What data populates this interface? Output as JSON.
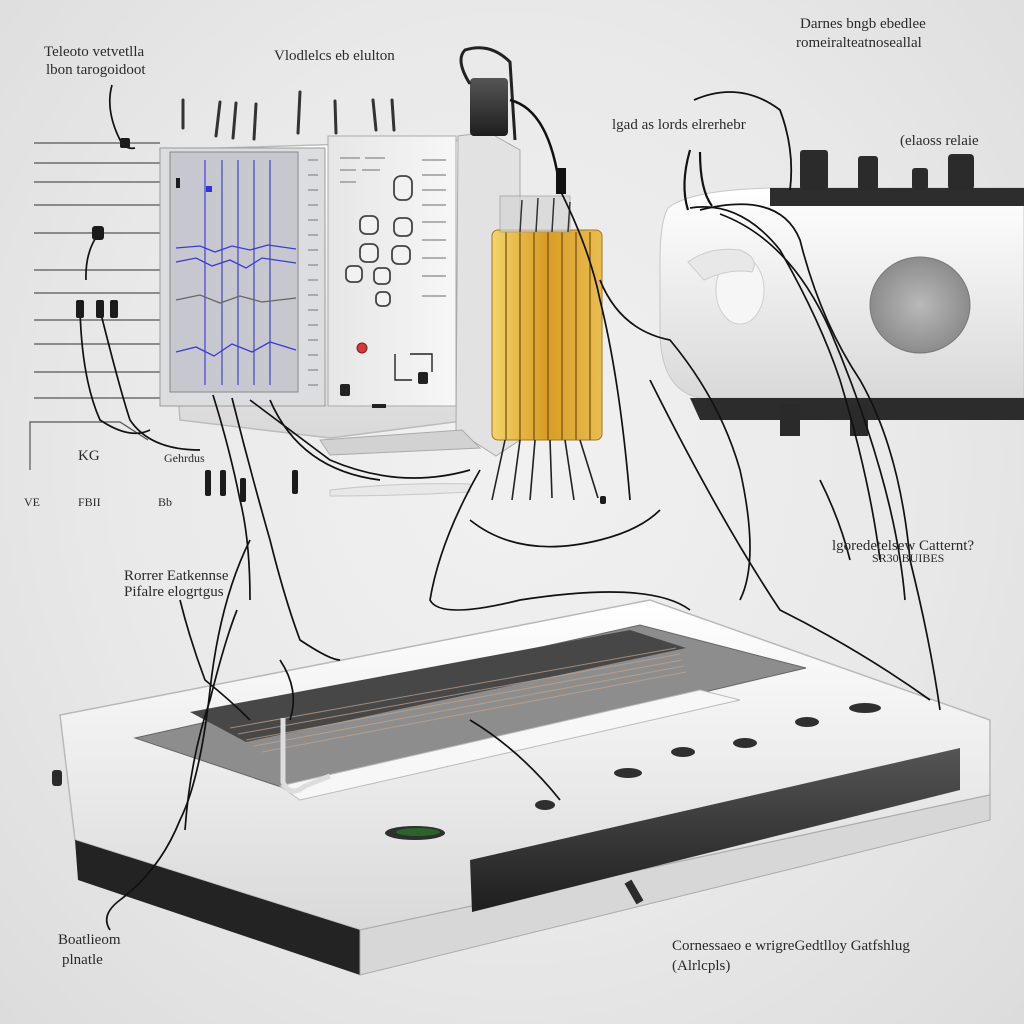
{
  "labels": {
    "top_left_line1": "Teleoto vetvetlla",
    "top_left_line2": "lbon tarogoidoot",
    "top_center": "Vlodlelcs eb elulton",
    "top_right_line1": "Darnes bngb ebedlee",
    "top_right_line2": "romeiralteatnoseallal",
    "mid_center": "lgad as lords elrerhebr",
    "mid_right": "(elaoss relaie",
    "left_kg": "KG",
    "left_ve": "VE",
    "left_fbii": "FBII",
    "left_gehrdus": "Gehrdus",
    "left_bb": "Bb",
    "mid_left_line1": "Rorrer Eatkennse",
    "mid_left_line2": "Pifalre elogrtgus",
    "right_mid_line1": "lgoredetelsew Catternt?",
    "right_mid_line2": "SR30  BUIBES",
    "bottom_left_line1": "Boatlieom",
    "bottom_left_line2": "plnatle",
    "bottom_right_line1": "Cornessaeo e wrigreGedtlloy Gatfshlug",
    "bottom_right_line2": "(Alrlcpls)"
  },
  "colors": {
    "background": "#ebebeb",
    "device_white": "#f4f4f4",
    "device_shadow": "#c9c9c9",
    "dark_strip": "#3c3c3c",
    "electrode_yellow": "#e3b43a",
    "screen_grey": "#cfd0d4",
    "trace_blue": "#2b2bd9",
    "wire": "#111111",
    "indicator_red": "#d23b3b"
  },
  "icons": [
    "red-indicator-light",
    "electrode-plug",
    "control-knob"
  ]
}
